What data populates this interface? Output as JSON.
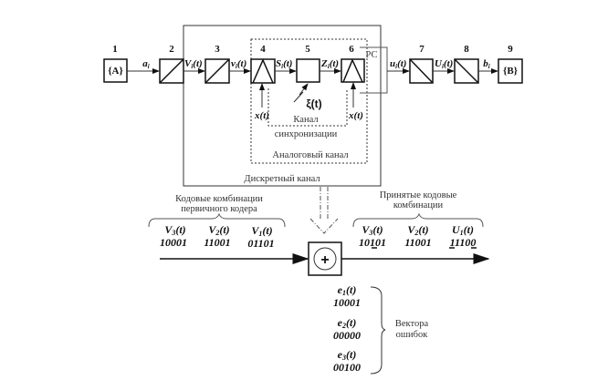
{
  "diagram": {
    "blocks": [
      {
        "num": "1",
        "content": "{A}",
        "type": "source"
      },
      {
        "num": "2",
        "content": "",
        "type": "converter"
      },
      {
        "num": "3",
        "content": "",
        "type": "converter"
      },
      {
        "num": "4",
        "content": "",
        "type": "modulator"
      },
      {
        "num": "5",
        "content": "",
        "type": "line"
      },
      {
        "num": "6",
        "content": "",
        "type": "demodulator"
      },
      {
        "num": "7",
        "content": "",
        "type": "converter"
      },
      {
        "num": "8",
        "content": "",
        "type": "converter"
      },
      {
        "num": "9",
        "content": "{B}",
        "type": "sink"
      }
    ],
    "signals": {
      "a": "a",
      "a_sub": "i",
      "V": "V",
      "V_sub": "i",
      "V_tail": "(t)",
      "v": "v",
      "v_sub": "i",
      "v_tail": "(t)",
      "S": "S",
      "S_sub": "i",
      "S_tail": "(t)",
      "Z": "Z",
      "Z_sub": "i",
      "Z_tail": "(t)",
      "u": "u",
      "u_sub": "i",
      "u_tail": "(t)",
      "U": "U",
      "U_sub": "i",
      "U_tail": "(t)",
      "b": "b",
      "b_sub": "i",
      "x_mod": "x(t)",
      "x_demod": "x(t)",
      "noise": "ξ(t)"
    },
    "rc_label": "РС",
    "sync_channel_line1": "Канал",
    "sync_channel_line2": "синхронизации",
    "analog_channel": "Аналоговый канал",
    "discrete_channel": "Дискретный канал"
  },
  "error_model": {
    "source_codes_title_line1": "Кодовые комбинации",
    "source_codes_title_line2": "первичного кодера",
    "source_codes": [
      {
        "name": "V",
        "sub": "3",
        "tail": "(t)",
        "bits": "10001"
      },
      {
        "name": "V",
        "sub": "2",
        "tail": "(t)",
        "bits": "11001"
      },
      {
        "name": "V",
        "sub": "1",
        "tail": "(t)",
        "bits": "01101"
      }
    ],
    "adder_symbol": "+",
    "received_codes_title_line1": "Принятые кодовые",
    "received_codes_title_line2": "комбинации",
    "received_codes": [
      {
        "name": "V",
        "sub": "3",
        "tail": "(t)",
        "bits": "10101",
        "errors_at": [
          2
        ]
      },
      {
        "name": "V",
        "sub": "2",
        "tail": "(t)",
        "bits": "11001",
        "errors_at": []
      },
      {
        "name": "U",
        "sub": "1",
        "tail": "(t)",
        "bits": "11100",
        "errors_at": [
          0,
          4
        ]
      }
    ],
    "error_vectors": [
      {
        "name": "e",
        "sub": "1",
        "tail": "(t)",
        "bits": "10001"
      },
      {
        "name": "e",
        "sub": "2",
        "tail": "(t)",
        "bits": "00000"
      },
      {
        "name": "e",
        "sub": "3",
        "tail": "(t)",
        "bits": "00100"
      }
    ],
    "error_vectors_label_line1": "Вектора",
    "error_vectors_label_line2": "ошибок"
  }
}
